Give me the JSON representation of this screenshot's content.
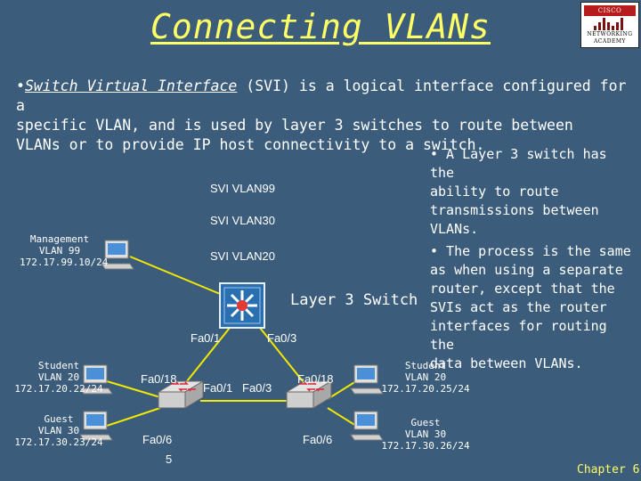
{
  "title": "Connecting VLANs",
  "logo": {
    "top": "CISCO SYSTEMS",
    "bottom": "NETWORKING ACADEMY"
  },
  "intro": {
    "bullet": "•",
    "term": "Switch Virtual Interface",
    "rest_line1": " (SVI) is a logical interface configured for a",
    "line2": "specific VLAN, and is used by layer 3 switches to route between",
    "line3": "VLANs or to provide IP host connectivity to a switch."
  },
  "notes": [
    [
      "• A Layer 3 switch has the",
      "ability to route",
      "transmissions between",
      "VLANs."
    ],
    [
      "• The process is the same",
      "as when using a separate",
      "router, except that the",
      "SVIs act as the router",
      "interfaces for routing the",
      "data between VLANs."
    ]
  ],
  "svi_labels": [
    "SVI VLAN99",
    "SVI VLAN30",
    "SVI VLAN20"
  ],
  "layer3_label": "Layer 3 Switch",
  "hosts": {
    "management": [
      "Management",
      "VLAN 99",
      "172.17.99.10/24"
    ],
    "student_left": [
      "Student",
      "VLAN 20",
      "172.17.20.22/24"
    ],
    "guest_left": [
      "Guest",
      "VLAN 30",
      "172.17.30.23/24"
    ],
    "student_right": [
      "Student",
      "VLAN 20",
      "172.17.20.25/24"
    ],
    "guest_right": [
      "Guest",
      "VLAN 30",
      "172.17.30.26/24"
    ]
  },
  "ports": {
    "l3_left": "Fa0/1",
    "l3_right": "Fa0/3",
    "s1_fa18": "Fa0/18",
    "s1_fa6": "Fa0/6",
    "s1_trunk": "Fa0/1",
    "s2_trunk": "Fa0/3",
    "s2_fa18": "Fa0/18",
    "s2_fa6": "Fa0/6"
  },
  "page_number": "5",
  "chapter": "Chapter 6",
  "colors": {
    "background": "#3b5c7a",
    "title": "#ffff66",
    "link": "#f4e900",
    "switch_blue": "#2a6fb0"
  }
}
